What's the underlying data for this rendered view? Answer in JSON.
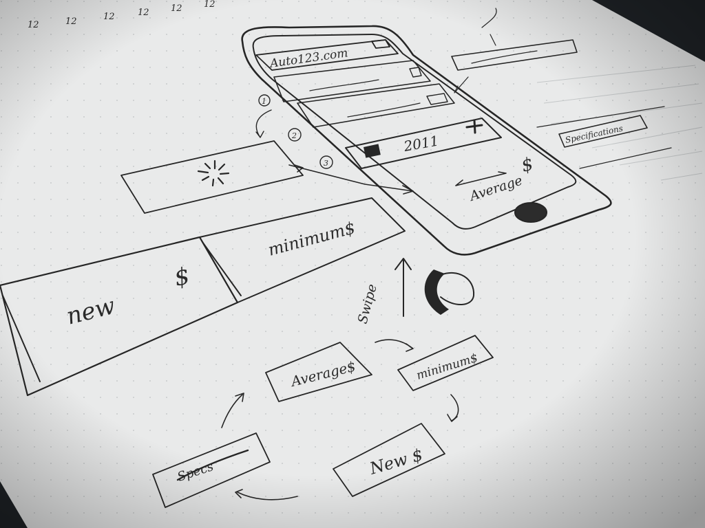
{
  "photo": {
    "subject": "hand-drawn mobile app wireframe on dot-grid notebook paper",
    "colors": {
      "paper": "#e9eaea",
      "ink": "#262626",
      "background": "#1f2327"
    }
  },
  "sketch": {
    "phone_url": "Auto123.com",
    "phone_year": "2011",
    "phone_average": "Average",
    "phone_dollar": "$",
    "markers": [
      "1",
      "2",
      "3"
    ],
    "side_label": "Specifications",
    "card_minimum": "minimum$",
    "card_new": "new",
    "card_dollar": "$",
    "swipe_label": "Swipe",
    "flow_average": "Average$",
    "flow_minimum": "minimum$",
    "flow_new": "New $",
    "flow_specs": "Specs"
  }
}
